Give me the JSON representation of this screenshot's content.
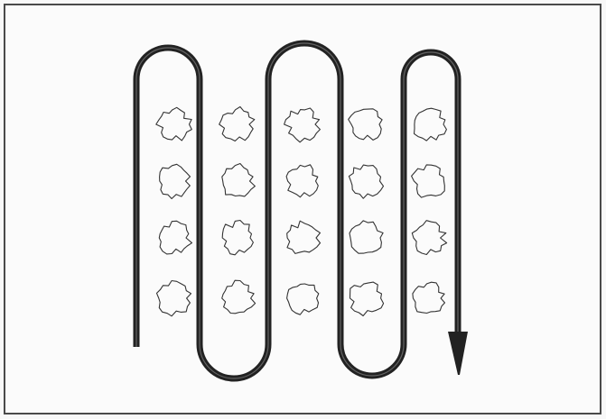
{
  "figure": {
    "colors": {
      "background": "#fbfbfb",
      "frame": "#4a4a4a",
      "path": "#222222",
      "path_highlight": "#9a9a9a",
      "pieces_outline": "#333333"
    },
    "grid": {
      "rows": 4,
      "columns": 5,
      "item_shape": "irregular-blob-outline"
    },
    "path": {
      "style": "serpentine",
      "passes": 6,
      "start": "bottom-left",
      "end": "bottom-right",
      "arrowhead": "pointing-down"
    }
  }
}
